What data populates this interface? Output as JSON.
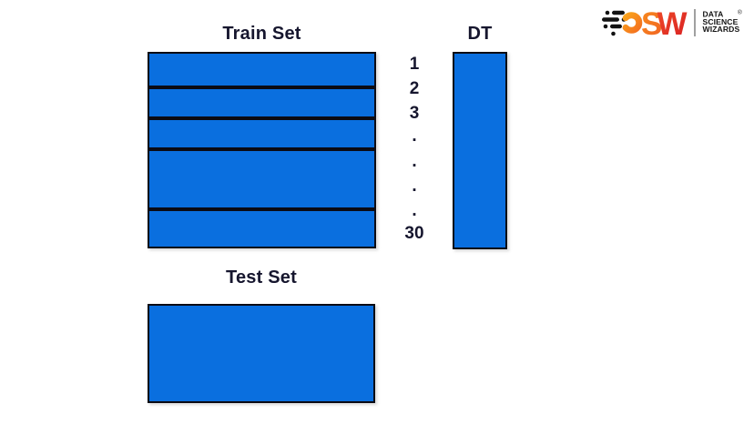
{
  "diagram": {
    "train_set": {
      "label": "Train Set",
      "row_count": 5
    },
    "dt_column": {
      "label": "DT"
    },
    "test_set": {
      "label": "Test Set"
    },
    "sample_indices": [
      "1",
      "2",
      "3",
      ".",
      ".",
      ".",
      ".",
      "30"
    ],
    "colors": {
      "shape_fill": "#0a6fdf",
      "shape_border": "#0b0b14",
      "label_text": "#16162e"
    }
  },
  "brand": {
    "name": "DSW",
    "letter_s": "S",
    "letter_w": "W",
    "tagline": [
      "DATA",
      "SCIENCE",
      "WIZARDS"
    ],
    "registered_mark": "®",
    "colors": {
      "orange": "#F5831F",
      "red": "#DD2420",
      "icon_black": "#131313",
      "divider_gray": "#a0a0a0"
    }
  }
}
